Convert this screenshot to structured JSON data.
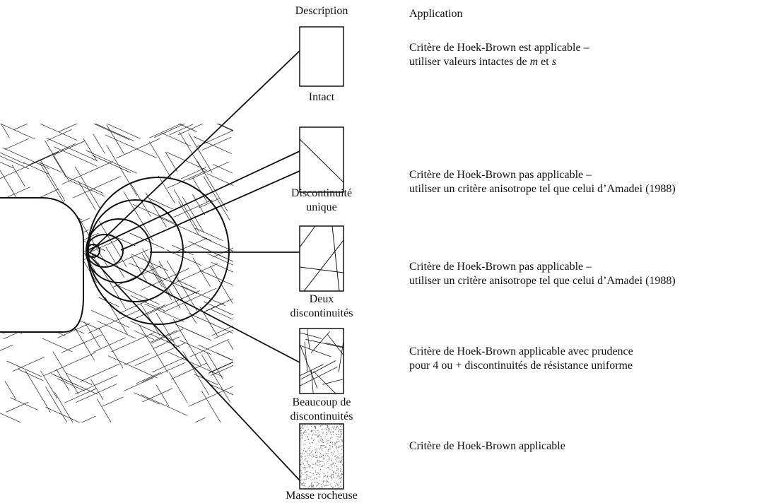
{
  "headers": {
    "description": "Description",
    "application": "Application"
  },
  "rows": [
    {
      "description": [
        "Intact"
      ],
      "application": [
        "Critère de Hoek-Brown est applicable –",
        "utiliser valeurs intactes de <i>m</i> et <i>s</i>"
      ]
    },
    {
      "description": [
        "Discontinuité",
        "unique"
      ],
      "application": [
        "Critère de Hoek-Brown pas applicable –",
        "utiliser un critère anisotrope tel que celui d’Amadei (1988)"
      ]
    },
    {
      "description": [
        "Deux",
        "discontinuités"
      ],
      "application": [
        "Critère de Hoek-Brown pas applicable –",
        "utiliser un critère anisotrope tel que celui d’Amadei (1988)"
      ]
    },
    {
      "description": [
        "Beaucoup de",
        "discontinuités"
      ],
      "application": [
        "Critère de Hoek-Brown applicable avec prudence",
        "pour 4 ou + discontinuités de résistance uniforme"
      ]
    },
    {
      "description": [
        "Masse rocheuse"
      ],
      "application": [
        "Critère de Hoek-Brown applicable"
      ]
    }
  ]
}
